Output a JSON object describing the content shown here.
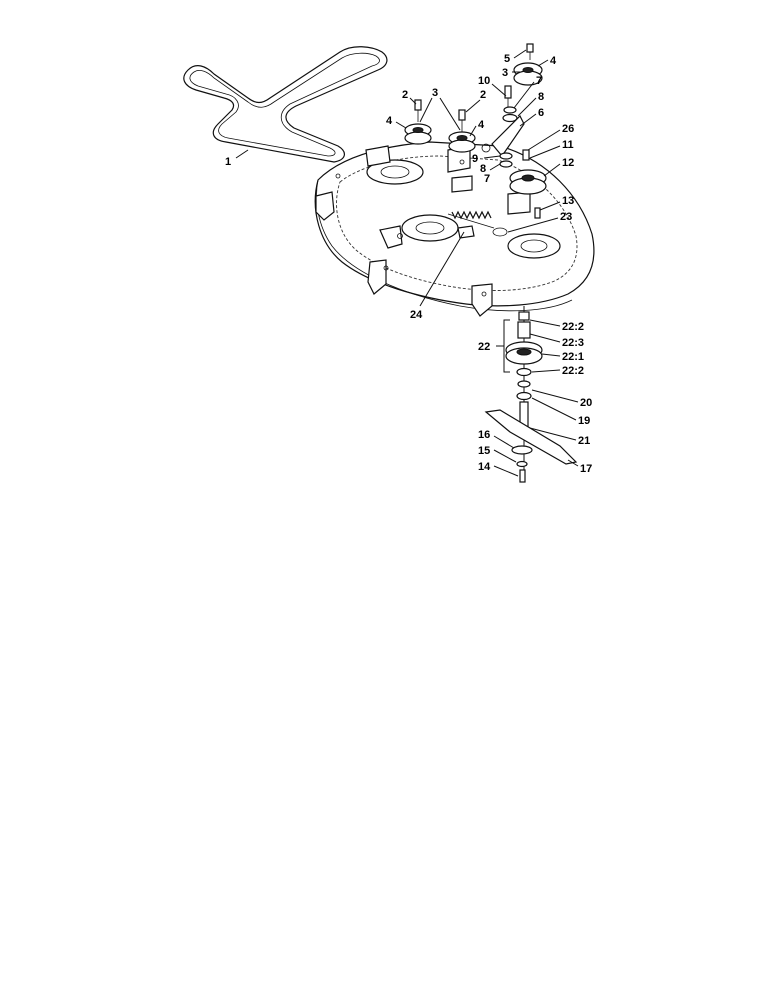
{
  "callouts": [
    {
      "id": "c1",
      "text": "1"
    },
    {
      "id": "c2a",
      "text": "2"
    },
    {
      "id": "c2b",
      "text": "2"
    },
    {
      "id": "c3a",
      "text": "3"
    },
    {
      "id": "c3b",
      "text": "3"
    },
    {
      "id": "c4a",
      "text": "4"
    },
    {
      "id": "c4b",
      "text": "4"
    },
    {
      "id": "c4c",
      "text": "4"
    },
    {
      "id": "c5",
      "text": "5"
    },
    {
      "id": "c6",
      "text": "6"
    },
    {
      "id": "c7a",
      "text": "7"
    },
    {
      "id": "c7b",
      "text": "7"
    },
    {
      "id": "c8a",
      "text": "8"
    },
    {
      "id": "c8b",
      "text": "8"
    },
    {
      "id": "c9",
      "text": "9"
    },
    {
      "id": "c10",
      "text": "10"
    },
    {
      "id": "c11",
      "text": "11"
    },
    {
      "id": "c12",
      "text": "12"
    },
    {
      "id": "c13",
      "text": "13"
    },
    {
      "id": "c14",
      "text": "14"
    },
    {
      "id": "c15",
      "text": "15"
    },
    {
      "id": "c16",
      "text": "16"
    },
    {
      "id": "c17",
      "text": "17"
    },
    {
      "id": "c19",
      "text": "19"
    },
    {
      "id": "c20",
      "text": "20"
    },
    {
      "id": "c21",
      "text": "21"
    },
    {
      "id": "c22",
      "text": "22"
    },
    {
      "id": "c22_1",
      "text": "22:1"
    },
    {
      "id": "c22_2a",
      "text": "22:2"
    },
    {
      "id": "c22_2b",
      "text": "22:2"
    },
    {
      "id": "c22_3",
      "text": "22:3"
    },
    {
      "id": "c23",
      "text": "23"
    },
    {
      "id": "c24",
      "text": "24"
    },
    {
      "id": "c26",
      "text": "26"
    }
  ]
}
